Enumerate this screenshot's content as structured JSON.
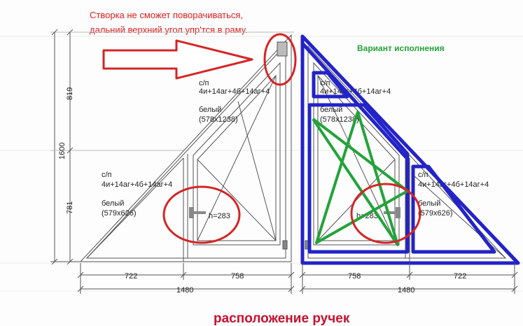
{
  "annotation": {
    "line1": "Створка не сможет поворачиваться,",
    "line2": "дальний верхний угол упр'тся в раму."
  },
  "variant_label": "Вариант исполнения",
  "caption": "расположение ручек",
  "left_window": {
    "upper_sash": {
      "type": "с/п",
      "glass": "4и+14аг+4б+14аг+4",
      "color": "белый",
      "size": "(578x1238)"
    },
    "lower_fixed": {
      "type": "с/п",
      "glass": "4и+14аг+4б+14аг+4",
      "color": "белый",
      "size": "(579x626)"
    },
    "handle_height": "h=283"
  },
  "right_window": {
    "upper_sash": {
      "type": "с/п",
      "glass": "4и+14аг+4б+14аг+4",
      "color": "белый",
      "size": "(578x1238)"
    },
    "lower_fixed": {
      "type": "с/п",
      "glass": "4и+14аг+4б+14аг+4",
      "color": "белый",
      "size": "(579x626)"
    },
    "handle_height": "h=283"
  },
  "dimensions": {
    "total_height": "1600",
    "upper_height": "819",
    "lower_height": "781",
    "left_width_a": "722",
    "left_width_b": "758",
    "left_total": "1480",
    "right_width_a": "758",
    "right_width_b": "722",
    "right_total": "1480"
  },
  "colors": {
    "annotation_red": "#e21b1b",
    "variant_green": "#23a33a",
    "highlight_blue": "#2323c8",
    "caption_red": "#c8102e",
    "frame_gray": "#555555"
  }
}
